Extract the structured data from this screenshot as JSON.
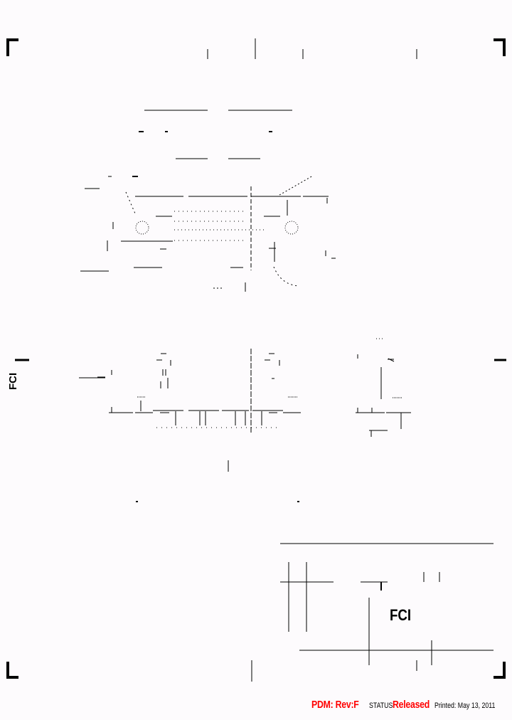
{
  "document": {
    "type": "engineering-drawing",
    "company_logo": "FCI",
    "title_block_logo": "FCI",
    "side_logo": "FCI"
  },
  "footer": {
    "pdm_label": "PDM: Rev:F",
    "status_label": "STATUS:",
    "status_value": "Released",
    "printed_label": "Printed: May 13, 2011",
    "accent_color": "#ff0000"
  },
  "icons": {
    "corner_marks": "registration-corner-icon",
    "logo": "fci-logo-icon"
  }
}
